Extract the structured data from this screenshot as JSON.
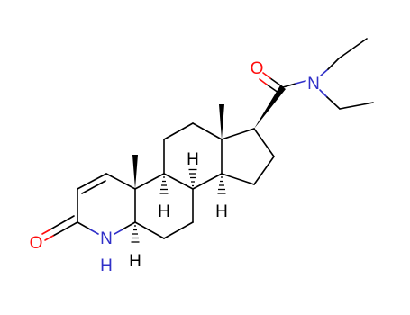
{
  "diagram": {
    "atoms": {
      "ketone_o": {
        "text": "O",
        "color": "#ff0d0d"
      },
      "ring_n": {
        "text": "N",
        "color": "#3030c8"
      },
      "ring_nh": {
        "text": "H",
        "color": "#3030c8"
      },
      "amide_o": {
        "text": "O",
        "color": "#ff0d0d"
      },
      "amide_n": {
        "text": "N",
        "color": "#3030c8"
      },
      "h_c8": {
        "text": "H",
        "color": "#000000"
      },
      "h_c9": {
        "text": "H",
        "color": "#000000"
      },
      "h_c14": {
        "text": "H",
        "color": "#000000"
      },
      "h_c5": {
        "text": "H",
        "color": "#000000"
      }
    }
  }
}
